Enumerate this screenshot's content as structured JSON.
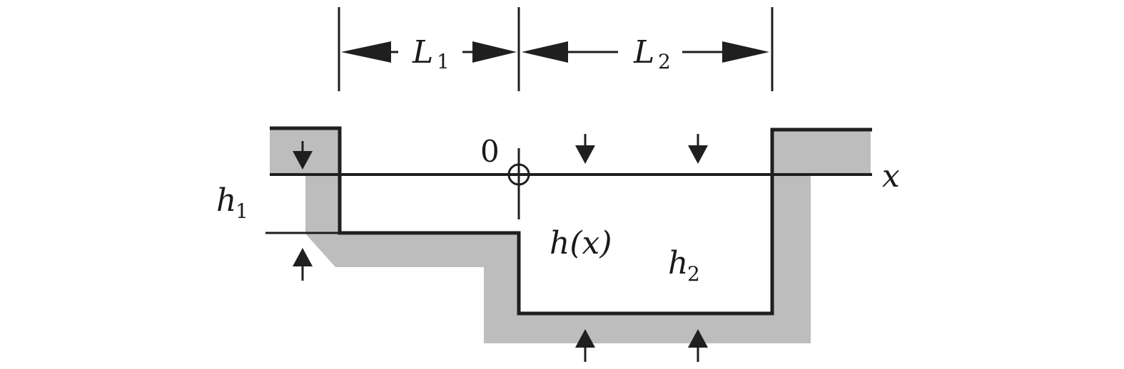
{
  "labels": {
    "L1": "L",
    "L1_sub": "1",
    "L2": "L",
    "L2_sub": "2",
    "origin": "0",
    "x_axis": "x",
    "h1": "h",
    "h1_sub": "1",
    "hx": "h(x)",
    "h2": "h",
    "h2_sub": "2"
  },
  "colors": {
    "line": "#1f1f1f",
    "band": "#bdbdbd",
    "background": "#ffffff"
  }
}
